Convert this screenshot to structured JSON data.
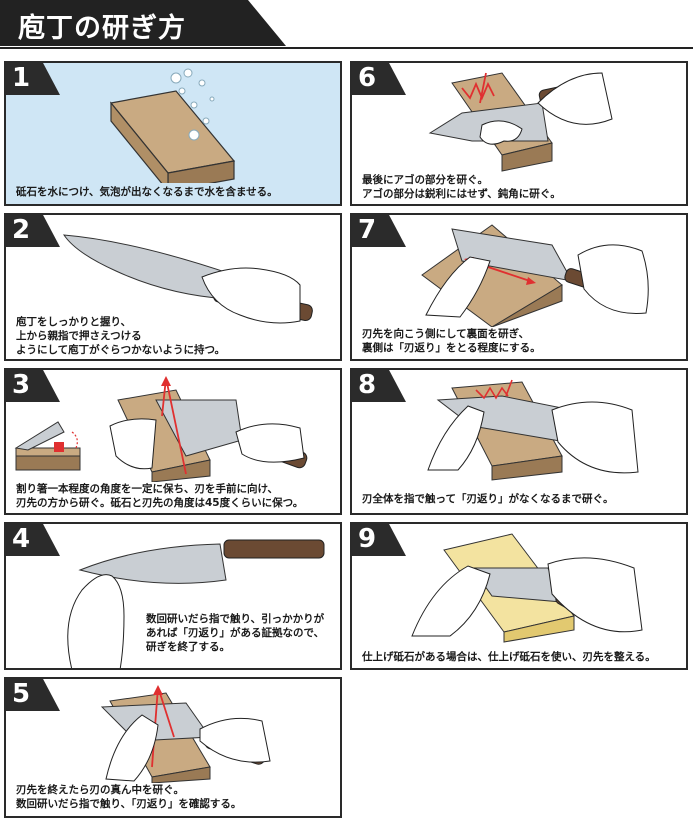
{
  "title": "庖丁の研ぎ方",
  "steps": [
    {
      "num": "1",
      "text": "砥石を水につけ、気泡が出なくなるまで水を含ませる。"
    },
    {
      "num": "2",
      "text": "庖丁をしっかりと握り、\n上から親指で押さえつける\nようにして庖丁がぐらつかないように持つ。"
    },
    {
      "num": "3",
      "text": "割り箸一本程度の角度を一定に保ち、刃を手前に向け、\n刃先の方から研ぐ。砥石と刃先の角度は45度くらいに保つ。"
    },
    {
      "num": "4",
      "text": "数回研いだら指で触り、引っかかりが\nあれば「刃返り」がある証拠なので、\n研ぎを終了する。"
    },
    {
      "num": "5",
      "text": "刃先を終えたら刃の真ん中を研ぐ。\n数回研いだら指で触り、「刃返り」を確認する。"
    },
    {
      "num": "6",
      "text": "最後にアゴの部分を研ぐ。\nアゴの部分は鋭利にはせず、鈍角に研ぐ。"
    },
    {
      "num": "7",
      "text": "刃先を向こう側にして裏面を研ぎ、\n裏側は「刃返り」をとる程度にする。"
    },
    {
      "num": "8",
      "text": "刃全体を指で触って「刃返り」がなくなるまで研ぐ。"
    },
    {
      "num": "9",
      "text": "仕上げ砥石がある場合は、仕上げ砥石を使い、刃先を整える。"
    }
  ],
  "colors": {
    "badge": "#2b2b2b",
    "water": "#cfe6f5",
    "stone": "#c9aa82",
    "stone_dark": "#9a7a55",
    "blade": "#c9ced3",
    "handle": "#6b4a33",
    "skin": "#ffffff",
    "arrow": "#e03030",
    "finish_stone": "#f3e3a0"
  }
}
